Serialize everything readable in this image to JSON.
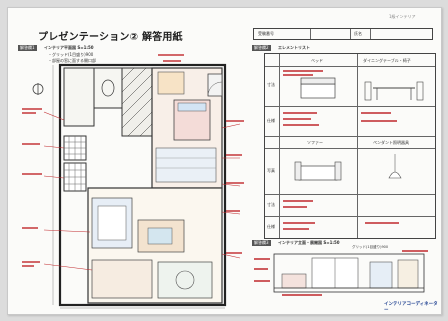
{
  "sheet": {
    "title": "プレゼンテーション② 解答用紙",
    "stamp": "1級インテリア",
    "id_label": "受験番号",
    "name_label": "氏名"
  },
  "left_panel": {
    "badge": "解答欄1",
    "heading": "インテリア平面図 S=1:50",
    "notes": [
      "・グリッド(1目盛り)900",
      "・部屋の窓に面する開口部"
    ]
  },
  "right_panel": {
    "badge": "解答欄2",
    "heading": "エレメントリスト",
    "columns": [
      "ベッド",
      "ダイニングテーブル・椅子"
    ],
    "columns2": [
      "ソファー",
      "ペンダント照明器具"
    ],
    "row_labels": [
      "寸法",
      "仕様",
      "写真",
      "寸法",
      "仕様"
    ]
  },
  "bottom_panel": {
    "badge": "解答欄3",
    "heading": "インテリア立面・展開図 S=1:50",
    "note": "グリッド(1目盛り)900"
  },
  "logo": "インテリアコーディネーター",
  "colors": {
    "ink": "#444444",
    "red_ink": "#c0282c",
    "brand": "#1b3d8f"
  }
}
